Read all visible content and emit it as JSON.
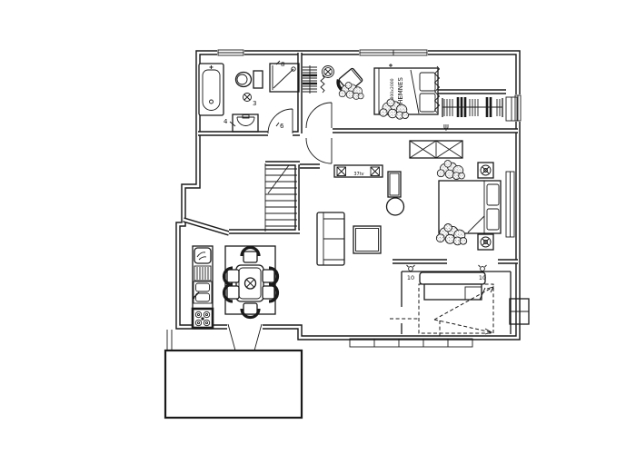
{
  "page": {
    "background": "#ffffff"
  },
  "drawing": {
    "type": "architectural-floor-plan",
    "line_color": "#1a1a1a",
    "labels": {
      "bed_model": "HEMNES",
      "bed_size": "800x2000",
      "tv_label": "37tv",
      "floor_drain_number": "3",
      "washbasin_number": "4",
      "door_number": "6",
      "shower_number": "8",
      "socket_left_number": "10",
      "socket_right_number": "10",
      "wardrobe_symbol": "ψ"
    }
  }
}
